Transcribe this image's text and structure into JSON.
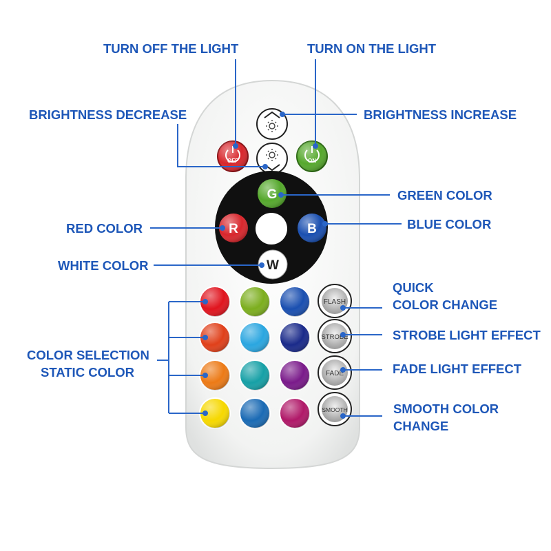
{
  "colors": {
    "label_blue": "#1e57b8",
    "leader_blue": "#2a66c8",
    "remote_body": "#f4f5f4",
    "control_ring": "#101010",
    "off_red": "#d8262c",
    "on_green": "#55a82c"
  },
  "labels": {
    "turn_off": "TURN OFF THE LIGHT",
    "turn_on": "TURN ON THE LIGHT",
    "brightness_decrease": "BRIGHTNESS DECREASE",
    "brightness_increase": "BRIGHTNESS INCREASE",
    "green_color": "GREEN COLOR",
    "red_color": "RED COLOR",
    "blue_color": "BLUE COLOR",
    "white_color": "WHITE COLOR",
    "quick_color_change_1": "QUICK",
    "quick_color_change_2": "COLOR CHANGE",
    "strobe_effect": "STROBE LIGHT EFFECT",
    "fade_effect": "FADE LIGHT EFFECT",
    "smooth_change_1": "SMOOTH COLOR",
    "smooth_change_2": "CHANGE",
    "color_selection_1": "COLOR SELECTION",
    "color_selection_2": "STATIC COLOR"
  },
  "remote": {
    "off_text": "OFF",
    "on_text": "ON",
    "g_text": "G",
    "r_text": "R",
    "b_text": "B",
    "w_text": "W",
    "flash_text": "FLASH",
    "strobe_text": "STROBE",
    "fade_text": "FADE",
    "smooth_text": "SMOOTH",
    "swatches": [
      [
        "#e0141e",
        "#7cae1e",
        "#1a4fb0"
      ],
      [
        "#e0401a",
        "#2aa6e0",
        "#1a2a8a"
      ],
      [
        "#ec7a16",
        "#16a0a6",
        "#7a1a8a"
      ],
      [
        "#f6d800",
        "#1a6ab4",
        "#b01868"
      ]
    ]
  }
}
